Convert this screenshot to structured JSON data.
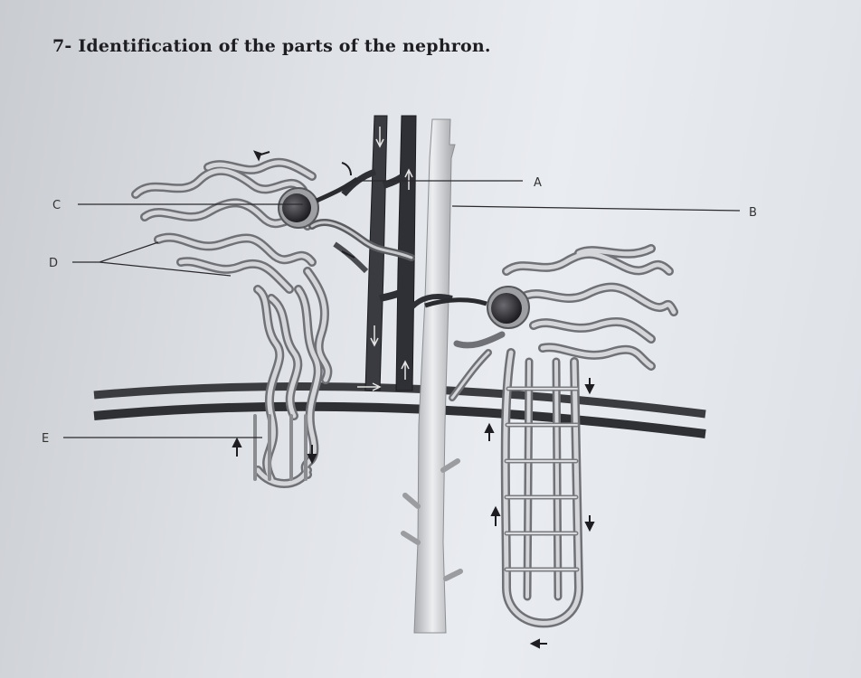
{
  "title": "7- Identification of the parts of the nephron.",
  "labels": {
    "A": "A",
    "B": "B",
    "C": "C",
    "D": "D",
    "E": "E"
  }
}
